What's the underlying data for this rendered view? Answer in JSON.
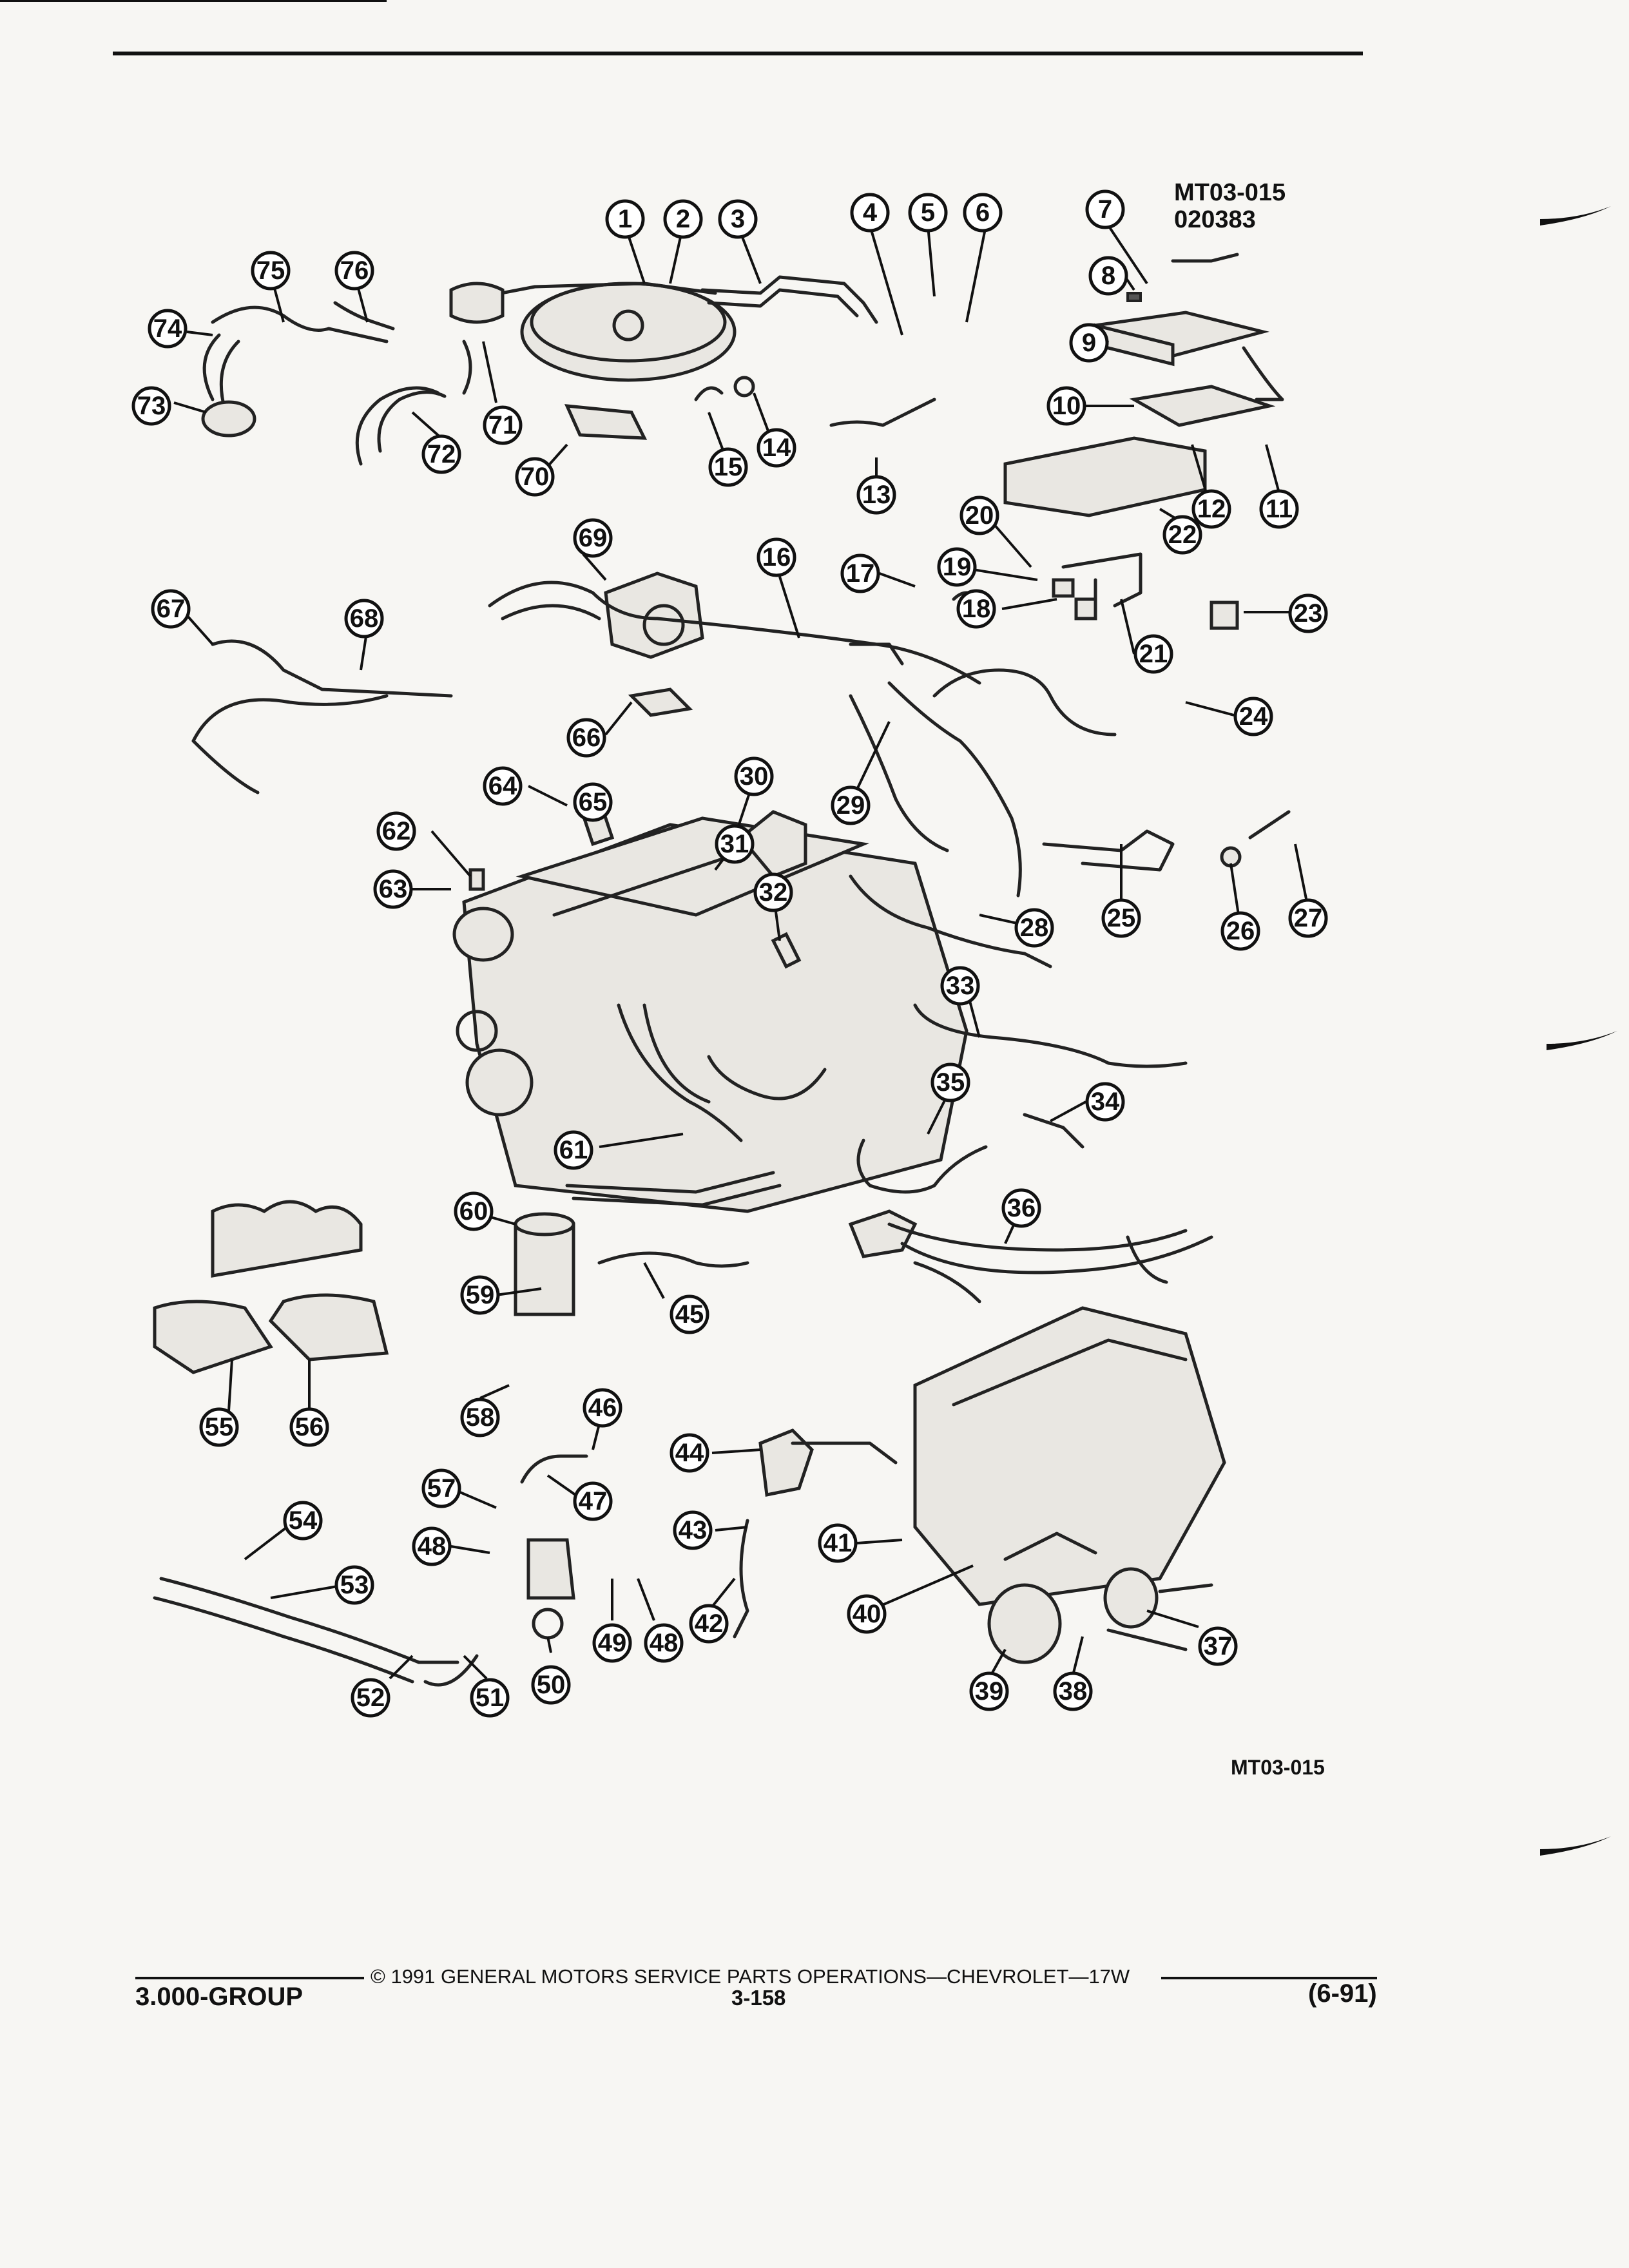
{
  "header": {
    "figure_id": "MT03-015",
    "figure_date": "020383"
  },
  "callouts": [
    {
      "n": "1"
    },
    {
      "n": "2"
    },
    {
      "n": "3"
    },
    {
      "n": "4"
    },
    {
      "n": "5"
    },
    {
      "n": "6"
    },
    {
      "n": "7"
    },
    {
      "n": "8"
    },
    {
      "n": "9"
    },
    {
      "n": "10"
    },
    {
      "n": "11"
    },
    {
      "n": "12"
    },
    {
      "n": "13"
    },
    {
      "n": "14"
    },
    {
      "n": "15"
    },
    {
      "n": "16"
    },
    {
      "n": "17"
    },
    {
      "n": "18"
    },
    {
      "n": "19"
    },
    {
      "n": "20"
    },
    {
      "n": "21"
    },
    {
      "n": "22"
    },
    {
      "n": "23"
    },
    {
      "n": "24"
    },
    {
      "n": "25"
    },
    {
      "n": "26"
    },
    {
      "n": "27"
    },
    {
      "n": "28"
    },
    {
      "n": "29"
    },
    {
      "n": "30"
    },
    {
      "n": "31"
    },
    {
      "n": "32"
    },
    {
      "n": "33"
    },
    {
      "n": "34"
    },
    {
      "n": "35"
    },
    {
      "n": "36"
    },
    {
      "n": "37"
    },
    {
      "n": "38"
    },
    {
      "n": "39"
    },
    {
      "n": "40"
    },
    {
      "n": "41"
    },
    {
      "n": "42"
    },
    {
      "n": "43"
    },
    {
      "n": "44"
    },
    {
      "n": "45"
    },
    {
      "n": "46"
    },
    {
      "n": "47"
    },
    {
      "n": "48"
    },
    {
      "n": "48"
    },
    {
      "n": "49"
    },
    {
      "n": "50"
    },
    {
      "n": "51"
    },
    {
      "n": "52"
    },
    {
      "n": "53"
    },
    {
      "n": "54"
    },
    {
      "n": "55"
    },
    {
      "n": "56"
    },
    {
      "n": "57"
    },
    {
      "n": "58"
    },
    {
      "n": "59"
    },
    {
      "n": "60"
    },
    {
      "n": "61"
    },
    {
      "n": "62"
    },
    {
      "n": "63"
    },
    {
      "n": "64"
    },
    {
      "n": "65"
    },
    {
      "n": "66"
    },
    {
      "n": "67"
    },
    {
      "n": "68"
    },
    {
      "n": "69"
    },
    {
      "n": "70"
    },
    {
      "n": "71"
    },
    {
      "n": "72"
    },
    {
      "n": "73"
    },
    {
      "n": "74"
    },
    {
      "n": "75"
    },
    {
      "n": "76"
    }
  ],
  "figure_label": "MT03-015",
  "footer": {
    "group": "3.000-GROUP",
    "copyright": "© 1991 GENERAL MOTORS SERVICE PARTS OPERATIONS—CHEVROLET—17W",
    "page_number": "3-158",
    "revision": "(6-91)"
  }
}
